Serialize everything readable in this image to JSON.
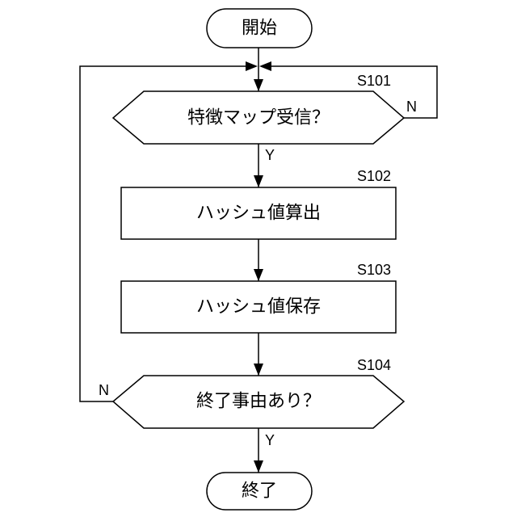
{
  "flowchart": {
    "start": {
      "label": "開始"
    },
    "s101": {
      "step": "S101",
      "label": "特徴マップ受信？",
      "yes": "Y",
      "no": "N"
    },
    "s102": {
      "step": "S102",
      "label": "ハッシュ値算出"
    },
    "s103": {
      "step": "S103",
      "label": "ハッシュ値保存"
    },
    "s104": {
      "step": "S104",
      "label": "終了事由あり？",
      "yes": "Y",
      "no": "N"
    },
    "end": {
      "label": "終了"
    }
  }
}
